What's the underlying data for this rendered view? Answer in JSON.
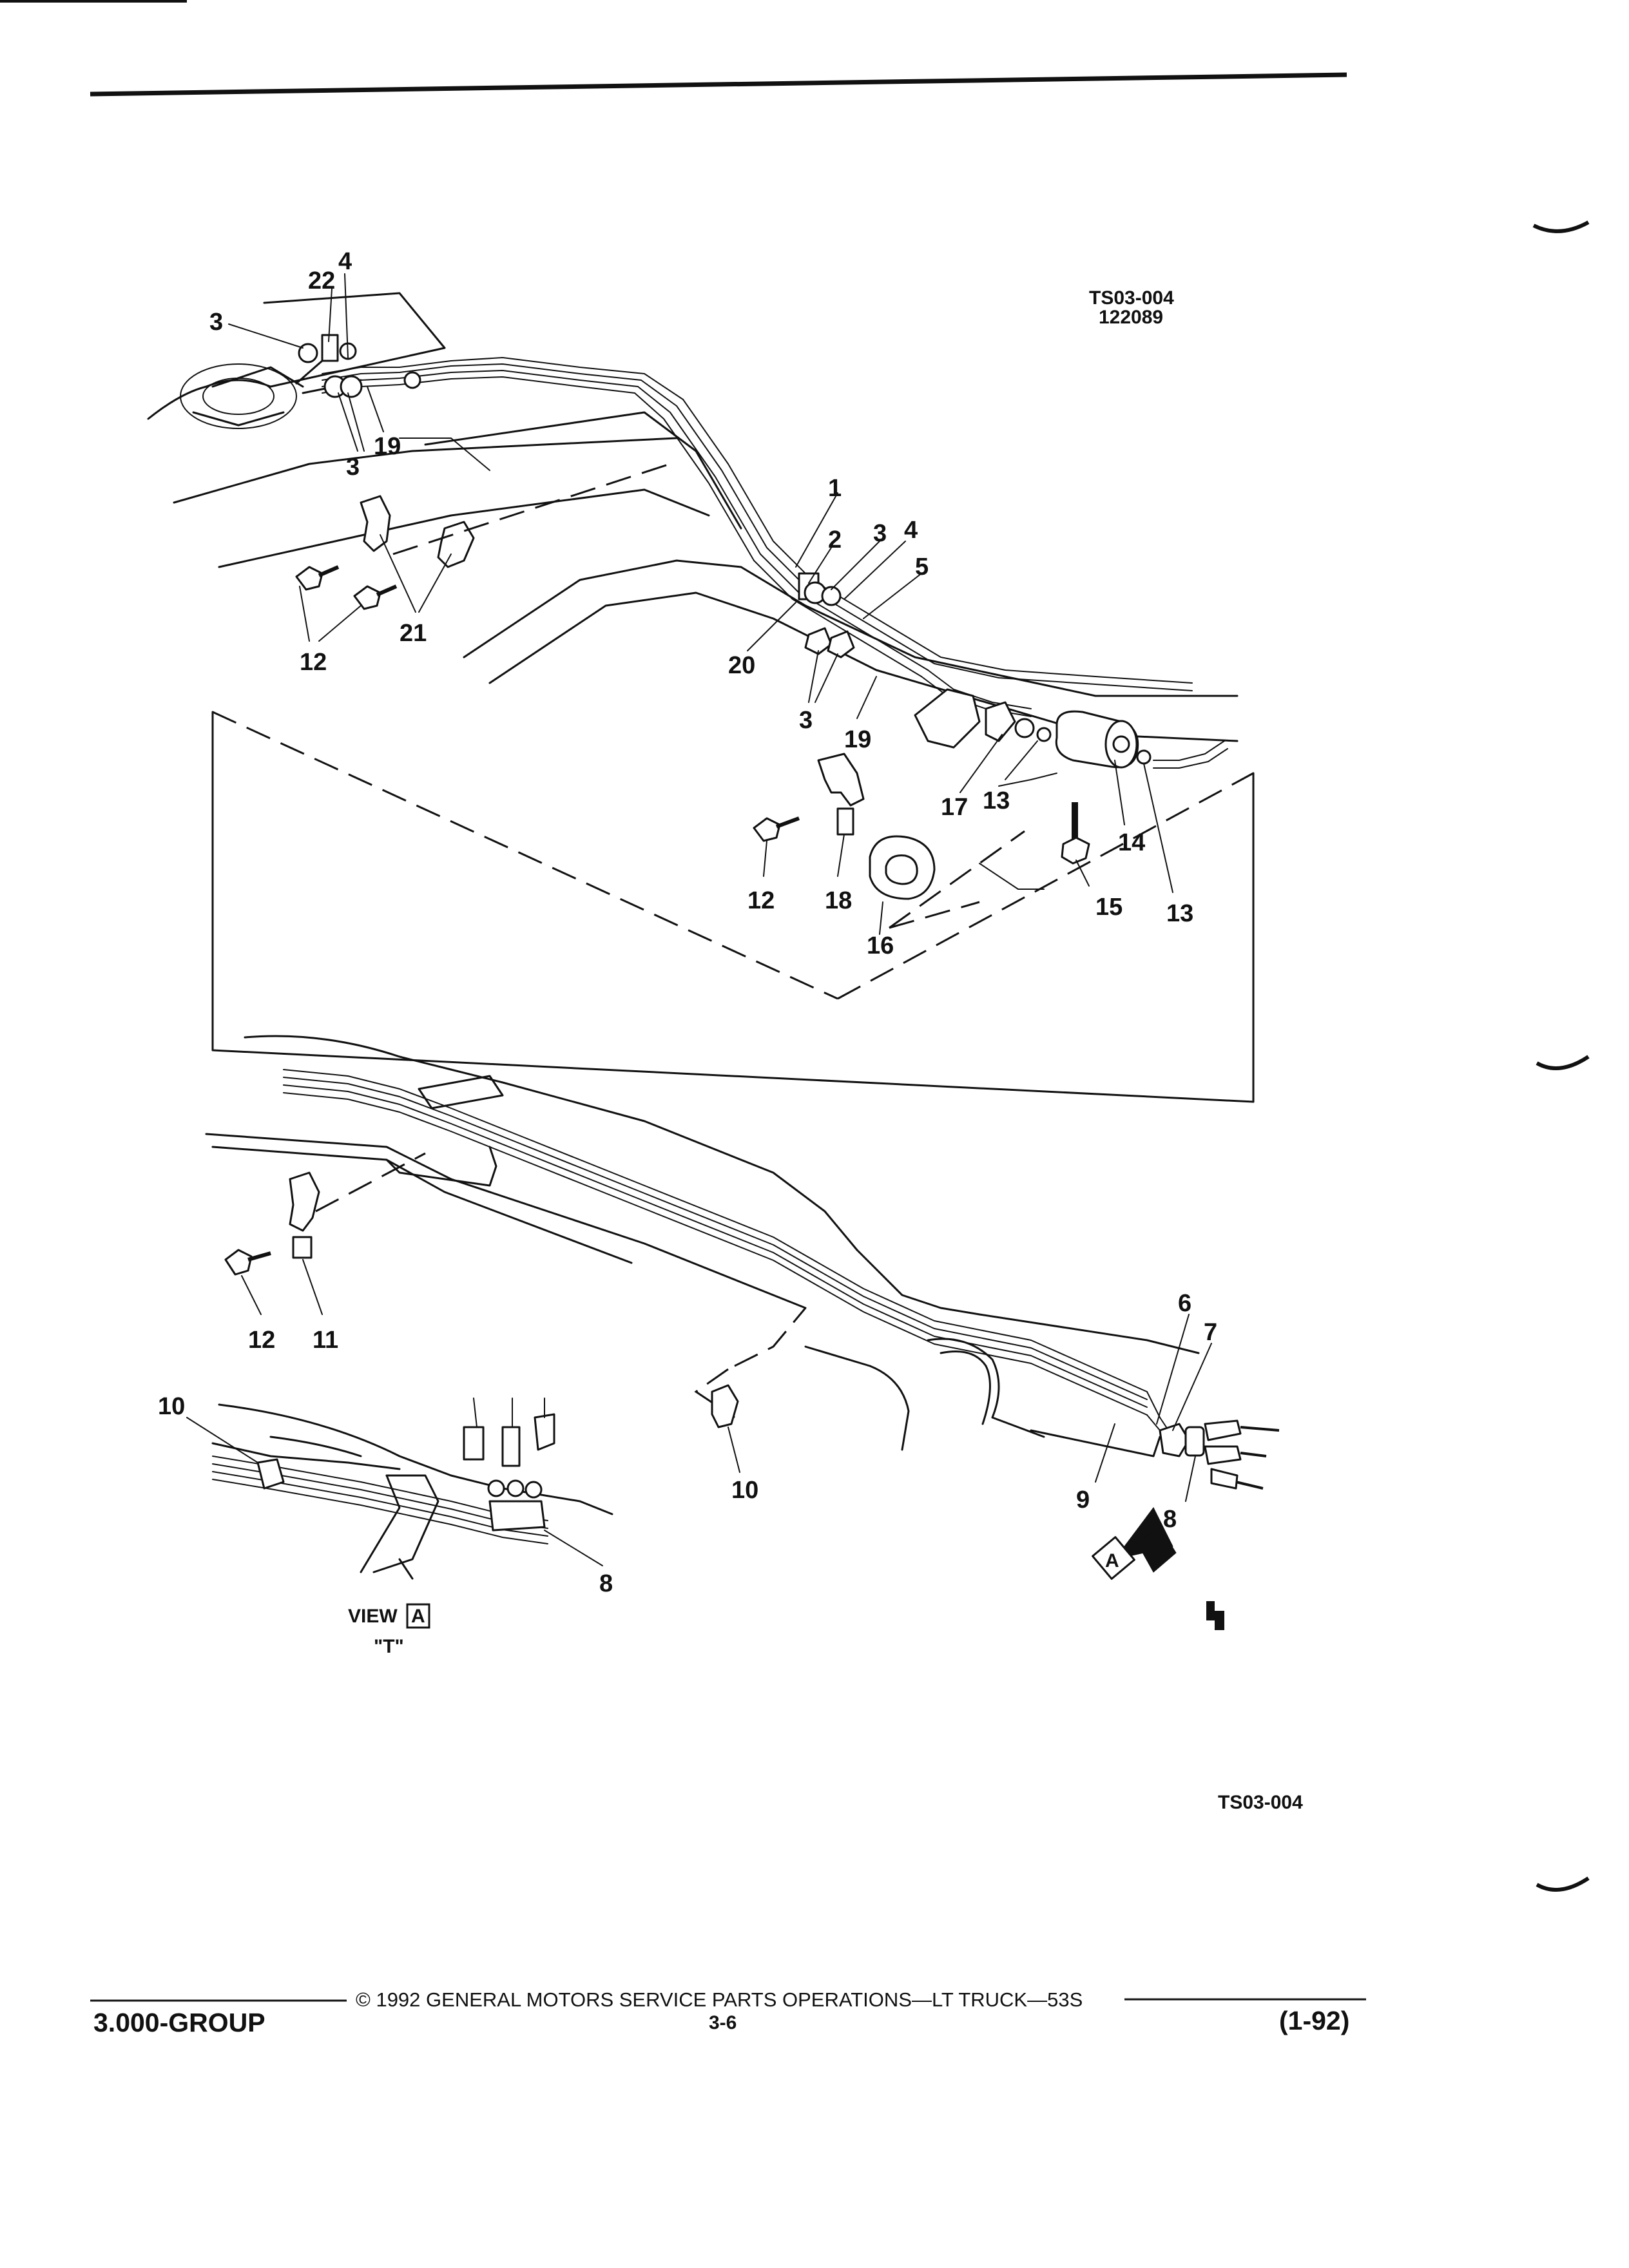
{
  "figure": {
    "code": "TS03-004",
    "date_code": "122089",
    "bottom_code": "TS03-004",
    "view_label": "VIEW",
    "view_letter": "A",
    "view_variant": "\"T\"",
    "arrow_letter": "A",
    "callouts": {
      "c1": "1",
      "c2": "2",
      "c3a": "3",
      "c3b": "3",
      "c3c": "3",
      "c3d": "3",
      "c4a": "4",
      "c4b": "4",
      "c5": "5",
      "c6": "6",
      "c7": "7",
      "c8a": "8",
      "c8b": "8",
      "c9": "9",
      "c10a": "10",
      "c10b": "10",
      "c11": "11",
      "c12a": "12",
      "c12b": "12",
      "c12c": "12",
      "c13a": "13",
      "c13b": "13",
      "c14": "14",
      "c15": "15",
      "c16": "16",
      "c17": "17",
      "c18": "18",
      "c19a": "19",
      "c19b": "19",
      "c20": "20",
      "c21": "21",
      "c22": "22"
    }
  },
  "footer": {
    "copyright": "©  1992  GENERAL MOTORS SERVICE PARTS OPERATIONS—LT TRUCK—53S",
    "group": "3.000-GROUP",
    "page": "3-6",
    "date": "(1-92)"
  }
}
